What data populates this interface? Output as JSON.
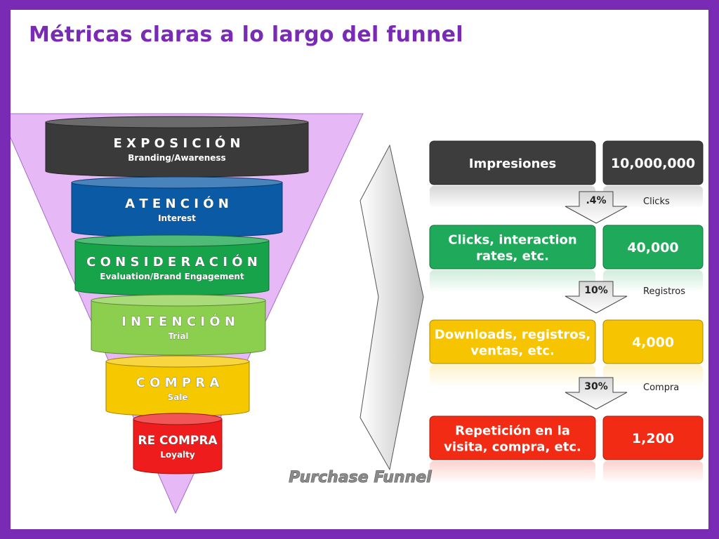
{
  "title": "Métricas claras a lo largo del funnel",
  "stages": [
    {
      "name": "E X P O S I C I Ó N",
      "sub": "Branding/Awareness",
      "color": "#3a3a3a"
    },
    {
      "name": "A T E N C I Ó N",
      "sub": "Interest",
      "color": "#0b5aa6"
    },
    {
      "name": "C O N S I D E R A C I Ó N",
      "sub": "Evaluation/Brand Engagement",
      "color": "#16a34a"
    },
    {
      "name": "I N T E N C I Ó N",
      "sub": "Trial",
      "color": "#8ccf4f"
    },
    {
      "name": "C O M P R A",
      "sub": "Sale",
      "color": "#f5c800"
    },
    {
      "name": "RE COMPRA",
      "sub": "Loyalty",
      "color": "#ee1c1c"
    }
  ],
  "metrics": [
    {
      "label_lines": [
        "Impresiones"
      ],
      "value": "10,000,000",
      "color": "#3d3d3d"
    },
    {
      "label_lines": [
        "Clicks, interaction",
        "rates, etc."
      ],
      "value": "40,000",
      "color": "#1fa95a"
    },
    {
      "label_lines": [
        "Downloads, registros,",
        "ventas, etc."
      ],
      "value": "4,000",
      "color": "#f6c400"
    },
    {
      "label_lines": [
        "Repetición en la",
        "visita, compra, etc."
      ],
      "value": "1,200",
      "color": "#f22b14"
    }
  ],
  "conversions": [
    {
      "rate": ".4%",
      "label": "Clicks"
    },
    {
      "rate": "10%",
      "label": "Registros"
    },
    {
      "rate": "30%",
      "label": "Compra"
    }
  ],
  "caption": "Purchase Funnel",
  "colors": {
    "frame": "#7a2bb5",
    "funnel": "#e6b8f5"
  }
}
